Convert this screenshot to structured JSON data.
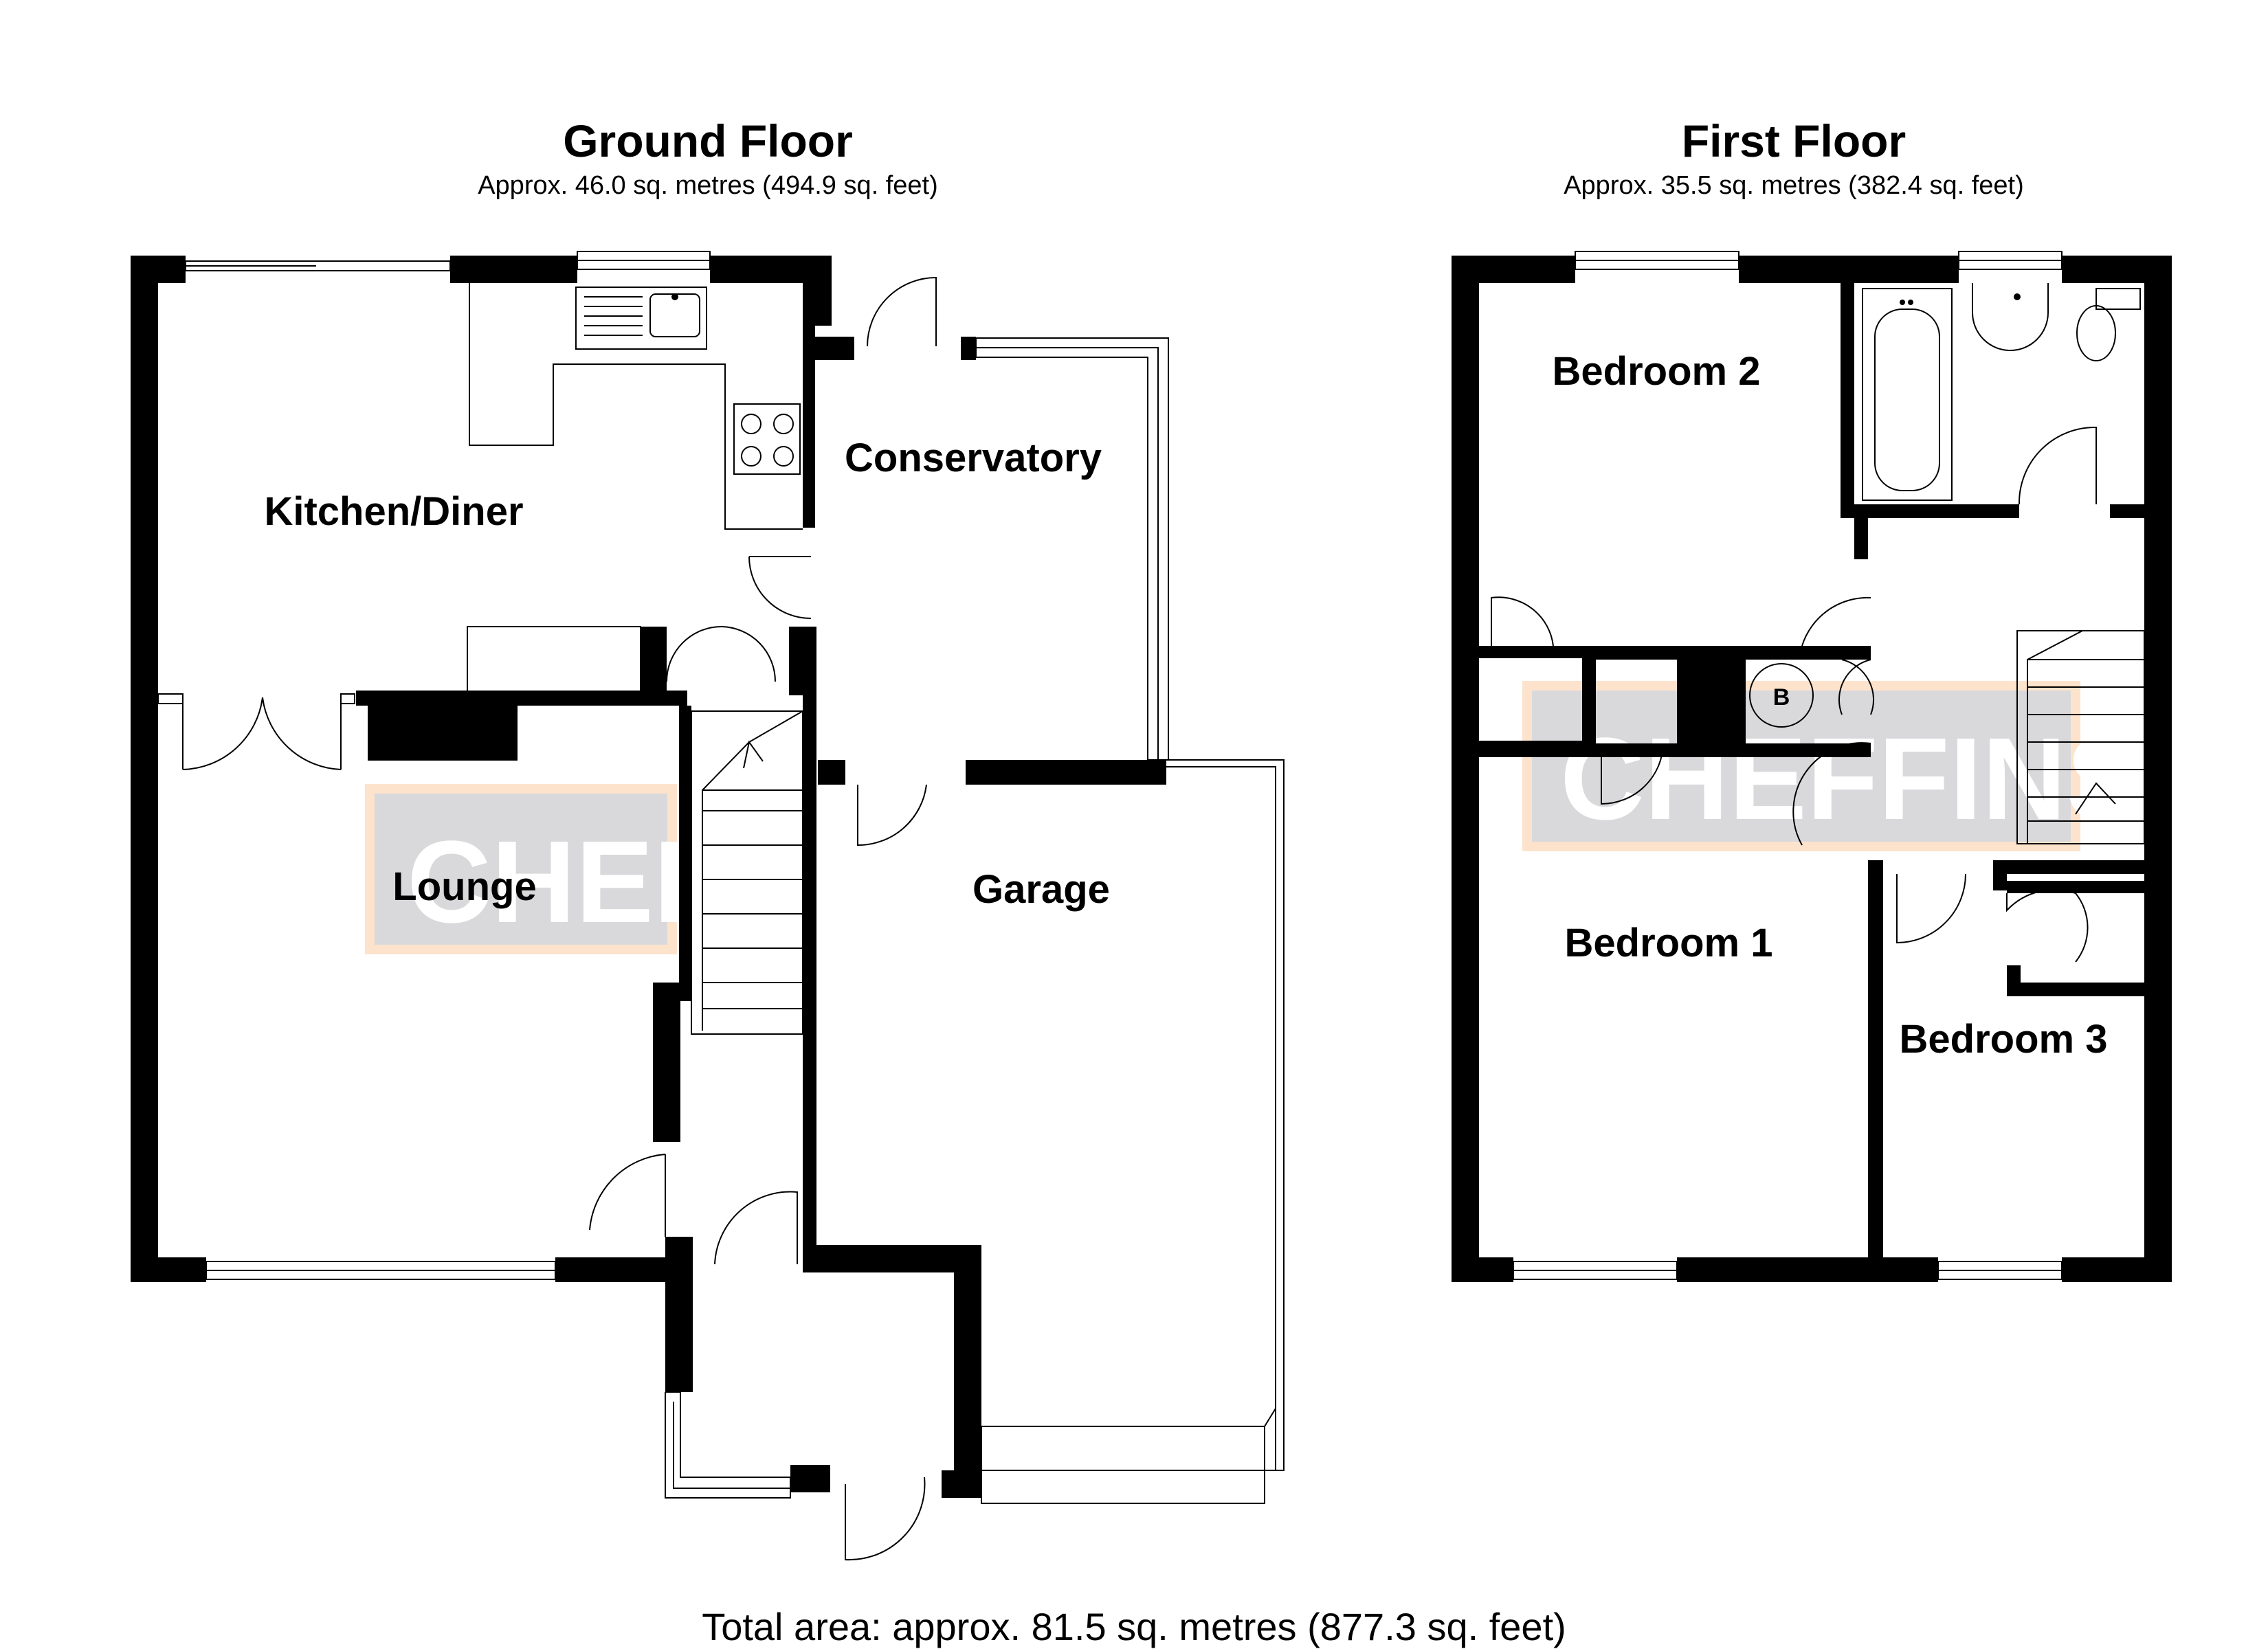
{
  "ground_floor": {
    "title": "Ground Floor",
    "area": "Approx. 46.0 sq. metres (494.9 sq. feet)",
    "rooms": {
      "kitchen_diner": "Kitchen/Diner",
      "conservatory": "Conservatory",
      "lounge": "Lounge",
      "garage": "Garage"
    }
  },
  "first_floor": {
    "title": "First Floor",
    "area": "Approx. 35.5 sq. metres (382.4 sq. feet)",
    "rooms": {
      "bedroom_2": "Bedroom 2",
      "bedroom_1": "Bedroom 1",
      "bedroom_3": "Bedroom 3"
    },
    "boiler_label": "B"
  },
  "watermark": {
    "ground_text": "CHEF",
    "first_text": "CHEFFINS",
    "fill_color": "#d9d9db",
    "border_color": "#fde3cc"
  },
  "total_area": "Total area: approx. 81.5 sq. metres (877.3 sq. feet)"
}
